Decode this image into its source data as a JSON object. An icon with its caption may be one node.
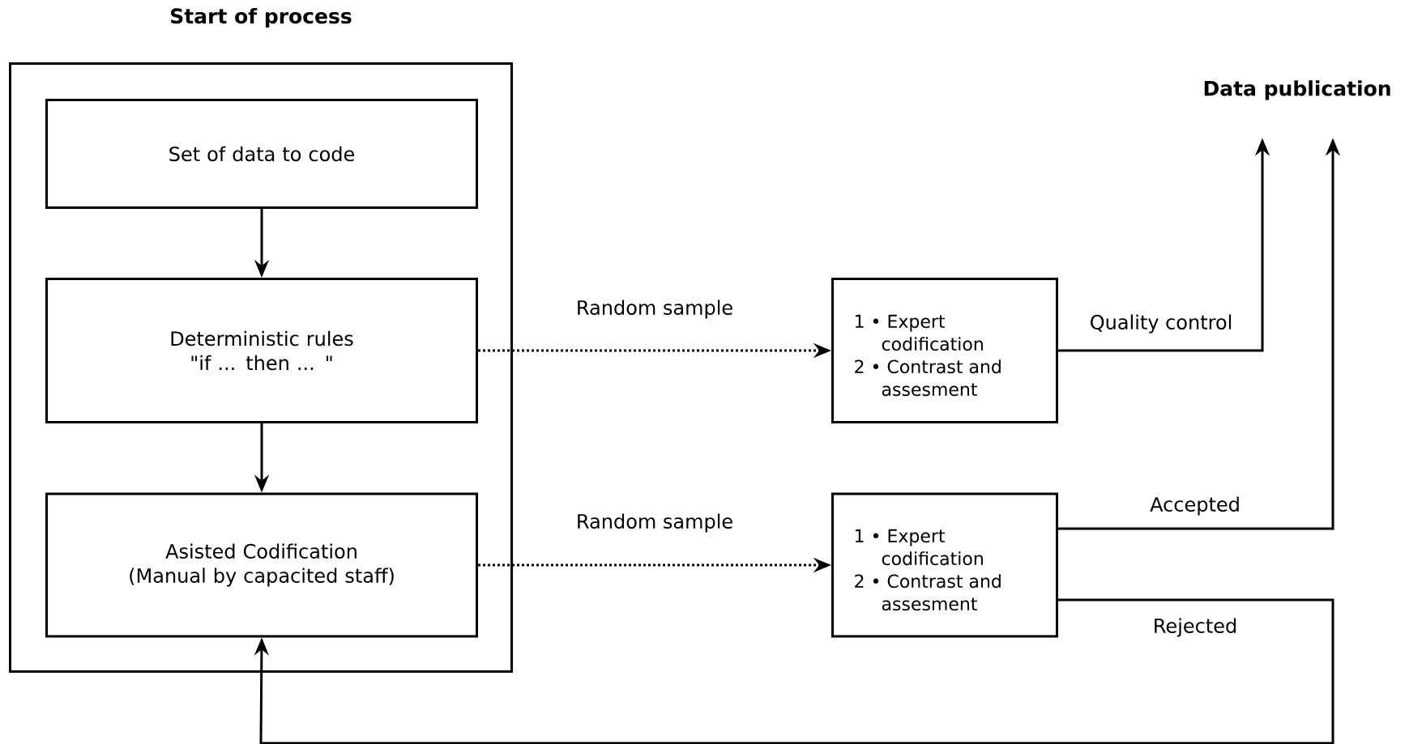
{
  "diagram": {
    "nodes": [
      {
        "text": [
          "Start of process"
        ]
      },
      {
        "text": [
          "Set of data to code"
        ],
        "in": 0
      },
      {
        "text": [
          "Deterministic rules \"if ... then ... \""
        ],
        "in": 0
      },
      {
        "text": [
          "Asisted Codification (Manual by capacited staff)"
        ],
        "in": 0
      },
      {
        "text": [
          "1 • Expert codification",
          "2 • Contrast and assesment"
        ]
      },
      {
        "text": [
          "1 • Expert codification",
          "2 • Contrast and assesment"
        ]
      },
      {
        "text": [
          "Data publication"
        ]
      }
    ],
    "edges": [
      {
        "from": 1,
        "to": 2,
        "arrow": "to"
      },
      {
        "from": 2,
        "to": 3,
        "arrow": "to"
      },
      {
        "from": 2,
        "to": 4,
        "arrow": "to",
        "style": "dashed",
        "label": "Random sample"
      },
      {
        "from": 3,
        "to": 5,
        "arrow": "to",
        "style": "dashed",
        "label": "Random sample"
      },
      {
        "from": 4,
        "to": 6,
        "arrow": "to",
        "label": "Quality control"
      },
      {
        "from": 5,
        "to": 6,
        "arrow": "to",
        "label": "Accepted"
      },
      {
        "from": 5,
        "to": 3,
        "arrow": "to",
        "label": "Rejected"
      }
    ]
  }
}
